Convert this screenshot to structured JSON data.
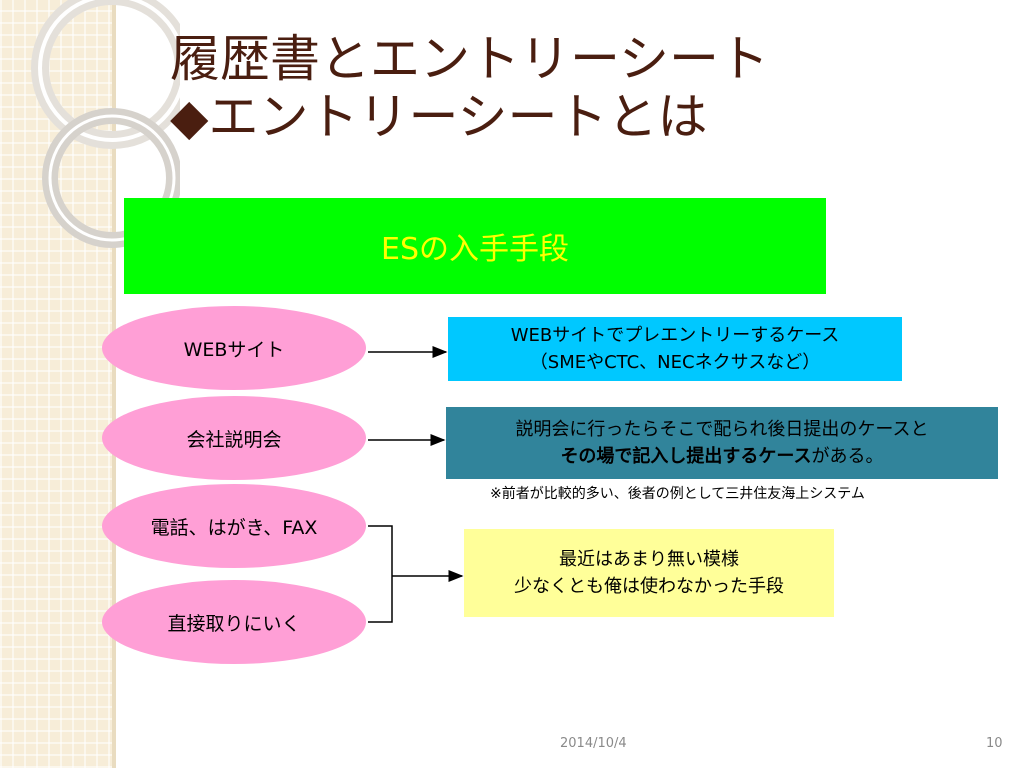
{
  "title": {
    "line1": "履歴書とエントリーシート",
    "line2": "◆エントリーシートとは"
  },
  "header": {
    "label": "ESの入手手段"
  },
  "methods": [
    {
      "label": "WEBサイト"
    },
    {
      "label": "会社説明会"
    },
    {
      "label": "電話、はがき、FAX"
    },
    {
      "label": "直接取りにいく"
    }
  ],
  "results": {
    "web": {
      "line1": "WEBサイトでプレエントリーするケース",
      "line2": "（SMEやCTC、NECネクサスなど）"
    },
    "seminar": {
      "line1": "説明会に行ったらそこで配られ後日提出のケースと",
      "line2_bold": "その場で記入し提出するケース",
      "line2_rest": "がある。"
    },
    "other": {
      "line1": "最近はあまり無い模様",
      "line2": "少なくとも俺は使わなかった手段"
    }
  },
  "note": "※前者が比較的多い、後者の例として三井住友海上システム",
  "footer": {
    "date": "2014/10/4",
    "page": "10"
  },
  "colors": {
    "header_bg": "#00ff00",
    "header_text": "#ffff00",
    "ellipse_bg": "#ff9fd6",
    "box_web": "#00c8ff",
    "box_seminar": "#31849b",
    "box_other": "#ffff99",
    "title_text": "#4a1e10"
  }
}
